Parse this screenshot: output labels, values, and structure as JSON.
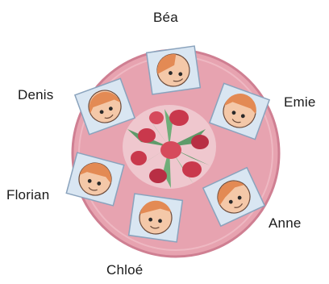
{
  "guests": [
    {
      "id": "bea",
      "name": "Béa"
    },
    {
      "id": "emie",
      "name": "Emie"
    },
    {
      "id": "anne",
      "name": "Anne"
    },
    {
      "id": "chloe",
      "name": "Chloé"
    },
    {
      "id": "florian",
      "name": "Florian"
    },
    {
      "id": "denis",
      "name": "Denis"
    }
  ],
  "colors": {
    "table_fill": "#e7a3b0",
    "table_edge": "#cf7f92",
    "placemat": "#d9e6f2",
    "face_skin": "#f4c8a8",
    "hair": "#e38a54",
    "flower_red": "#c9384c",
    "leaf_green": "#5f9b6a"
  }
}
